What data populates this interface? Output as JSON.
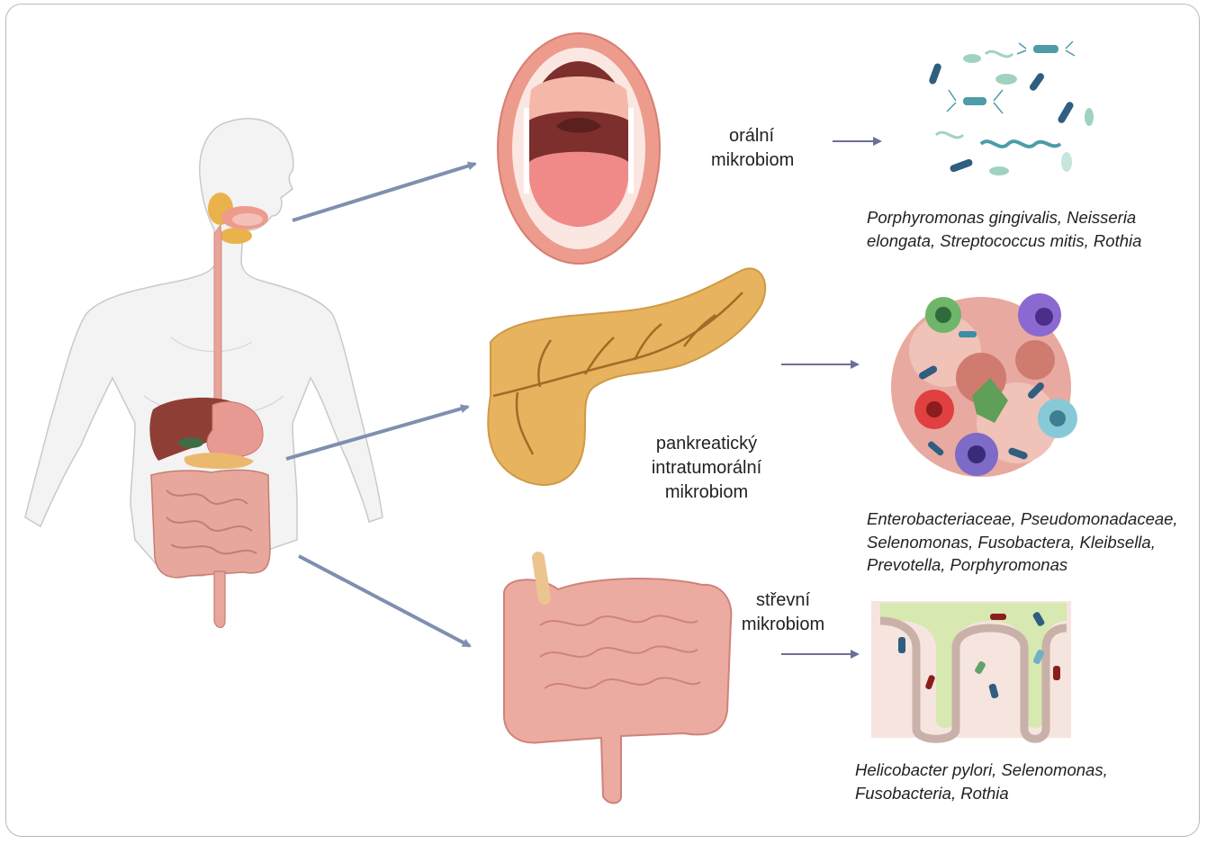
{
  "labels": {
    "oral_line1": "orální",
    "oral_line2": "mikrobiom",
    "pancreatic_line1": "pankreatický",
    "pancreatic_line2": "intratumorální",
    "pancreatic_line3": "mikrobiom",
    "gut_line1": "střevní",
    "gut_line2": "mikrobiom"
  },
  "species": {
    "oral_line1": "Porphyromonas gingivalis, Neisseria",
    "oral_line2": "elongata, Streptococcus mitis, Rothia",
    "pancreatic_line1": "Enterobacteriaceae, Pseudomonadaceae,",
    "pancreatic_line2": "Selenomonas, Fusobactera, Kleibsella,",
    "pancreatic_line3": "Prevotella, Porphyromonas",
    "gut_line1": "Helicobacter pylori, Selenomonas,",
    "gut_line2": "Fusobacteria, Rothia"
  },
  "colors": {
    "big_arrow": "#7f8fb0",
    "small_arrow": "#6c6f9a",
    "body_outline": "#c9c9c9",
    "body_fill": "#f3f3f3",
    "esophagus": "#e8a49a",
    "intestine": "#e7a79d",
    "pancreas": "#e7b35f",
    "mouth_lips": "#ec9b8d",
    "tongue": "#f08a88"
  }
}
